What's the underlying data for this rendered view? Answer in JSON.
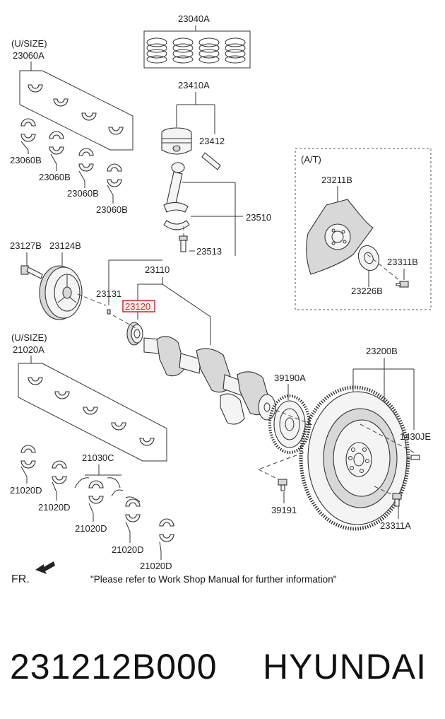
{
  "labels": {
    "piston_rings": "23040A",
    "upper_usize": "(U/SIZE)",
    "conrod_bearing_set": "23060A",
    "conrod_bearing_1": "23060B",
    "conrod_bearing_2": "23060B",
    "conrod_bearing_3": "23060B",
    "conrod_bearing_4": "23060B",
    "piston_asm": "23410A",
    "piston_pin": "23412",
    "connecting_rod": "23510",
    "conrod_bolt": "23513",
    "at": "(A/T)",
    "drive_plate": "23211B",
    "drive_plate_bolt": "23311B",
    "adapter_plate": "23226B",
    "pulley_bolt": "23127B",
    "damper_pulley": "23124B",
    "crankshaft_asm": "23110",
    "key": "23131",
    "sprocket": "23120",
    "lower_usize": "(U/SIZE)",
    "main_bearing_set": "21020A",
    "flywheel": "23200B",
    "target_wheel": "39190A",
    "dowel_pin": "1430JE",
    "thrust_bearing": "21030C",
    "main_bearing_1": "21020D",
    "main_bearing_2": "21020D",
    "main_bearing_3": "21020D",
    "main_bearing_4": "21020D",
    "main_bearing_5": "21020D",
    "target_wheel_screw": "39191",
    "flywheel_bolt": "23311A"
  },
  "front_marker": "FR.",
  "note": "\"Please refer to Work Shop Manual for further information\"",
  "part_number": "231212B000",
  "brand": "HYUNDAI",
  "highlight_color": "#e02020"
}
